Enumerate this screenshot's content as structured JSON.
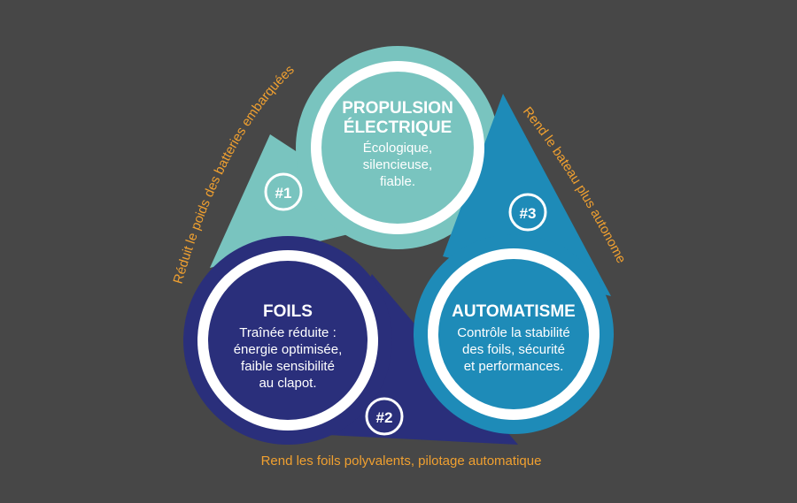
{
  "colors": {
    "background": "#474747",
    "propulsion": "#79c4bf",
    "foils": "#2a2f7b",
    "automatisme": "#1e8bb8",
    "ring": "#ffffff",
    "edge_text": "#f0a030"
  },
  "nodes": {
    "propulsion": {
      "title": [
        "PROPULSION",
        "ÉLECTRIQUE"
      ],
      "body": [
        "Écologique,",
        "silencieuse,",
        "fiable."
      ]
    },
    "foils": {
      "title": [
        "FOILS"
      ],
      "body": [
        "Traînée réduite :",
        "énergie optimisée,",
        "faible sensibilité",
        "au clapot."
      ]
    },
    "automatisme": {
      "title": [
        "AUTOMATISME"
      ],
      "body": [
        "Contrôle la stabilité",
        "des foils, sécurité",
        "et performances."
      ]
    }
  },
  "badges": [
    "#1",
    "#2",
    "#3"
  ],
  "edges": {
    "left": "Réduit le poids des batteries embarquées",
    "right": "Rend le bateau plus autonome",
    "bottom": "Rend les foils polyvalents, pilotage automatique"
  }
}
